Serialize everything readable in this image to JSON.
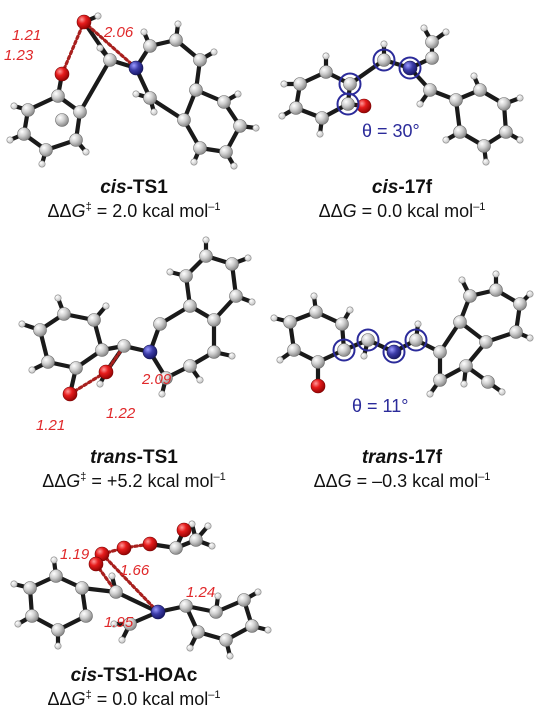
{
  "colors": {
    "carbon": "#c7c7c7",
    "carbon_edge": "#6a6a6a",
    "hydrogen": "#f4f4f4",
    "oxygen": "#e01818",
    "nitrogen": "#3a3aa8",
    "bond": "#1a1a1a",
    "label_red": "#e0282a",
    "label_blue": "#2b2b9a",
    "text": "#111111"
  },
  "panels": [
    {
      "id": "cis-ts1",
      "name_prefix": "cis",
      "name_rest": "-TS1",
      "energy_delta": "ΔΔ",
      "energy_symbol": "G",
      "energy_dagger": "‡",
      "energy_value": " = 2.0 kcal mol",
      "energy_exp": "–1",
      "distances": [
        "1.21",
        "1.23",
        "2.06"
      ]
    },
    {
      "id": "cis-17f",
      "name_prefix": "cis",
      "name_rest": "-17f",
      "energy_delta": "ΔΔ",
      "energy_symbol": "G",
      "energy_dagger": "",
      "energy_value": " = 0.0 kcal mol",
      "energy_exp": "–1",
      "theta": "θ = 30°"
    },
    {
      "id": "trans-ts1",
      "name_prefix": "trans",
      "name_rest": "-TS1",
      "energy_delta": "ΔΔ",
      "energy_symbol": "G",
      "energy_dagger": "‡",
      "energy_value": " = +5.2 kcal mol",
      "energy_exp": "–1",
      "distances": [
        "2.09",
        "1.21",
        "1.22"
      ]
    },
    {
      "id": "trans-17f",
      "name_prefix": "trans",
      "name_rest": "-17f",
      "energy_delta": "ΔΔ",
      "energy_symbol": "G",
      "energy_dagger": "",
      "energy_value": " = –0.3 kcal mol",
      "energy_exp": "–1",
      "theta": "θ = 11°"
    },
    {
      "id": "cis-ts1-hoac",
      "name_prefix": "cis",
      "name_rest": "-TS1-HOAc",
      "energy_delta": "ΔΔ",
      "energy_symbol": "G",
      "energy_dagger": "‡",
      "energy_value": " = 0.0 kcal mol",
      "energy_exp": "–1",
      "distances": [
        "1.19",
        "1.66",
        "1.24",
        "1.95"
      ]
    }
  ]
}
